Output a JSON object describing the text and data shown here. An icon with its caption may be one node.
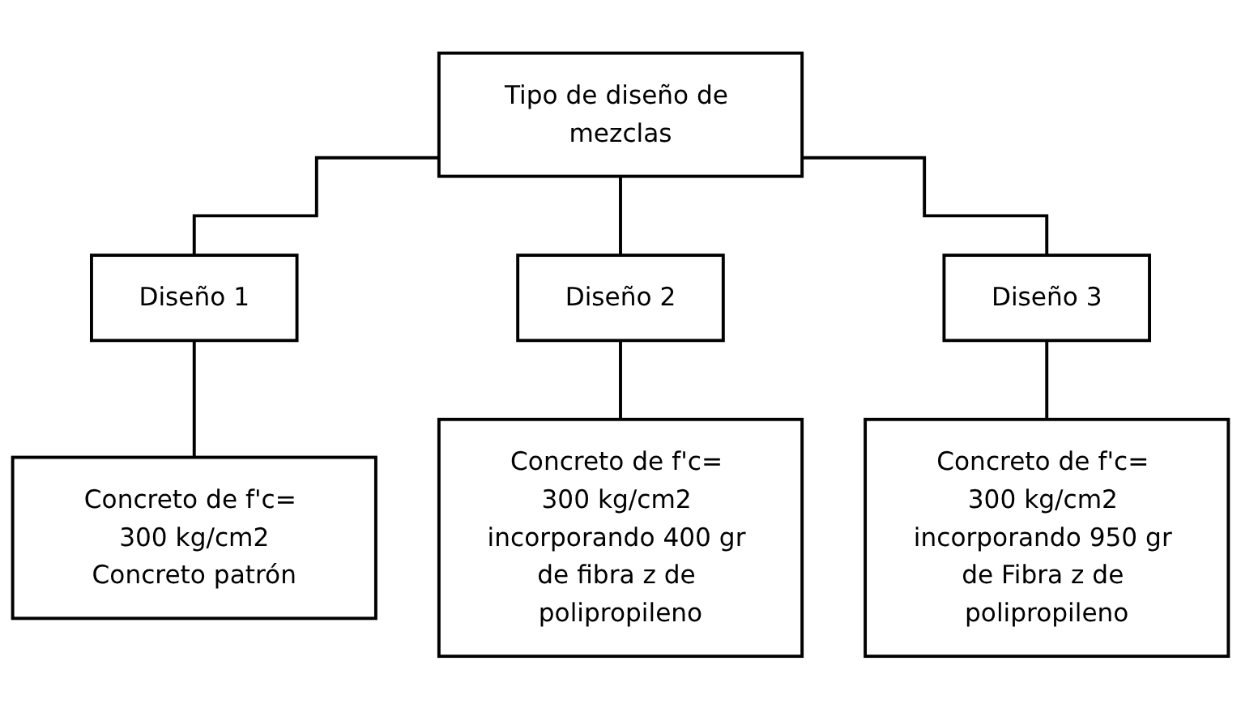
{
  "diagram": {
    "nodes": [
      {
        "text": [
          "Tipo de diseño de mezclas"
        ]
      },
      {
        "text": [
          "Diseño 1"
        ]
      },
      {
        "text": [
          "Diseño 2"
        ]
      },
      {
        "text": [
          "Diseño 3"
        ]
      },
      {
        "text": [
          "Concreto de f'c= 300 kg/cm2",
          "Concreto patrón"
        ]
      },
      {
        "text": [
          "Concreto de f'c= 300 kg/cm2 incorporando 400 gr de fibra z de polipropileno"
        ]
      },
      {
        "text": [
          "Concreto de f'c= 300 kg/cm2 incorporando 950 gr de Fibra z de polipropileno"
        ]
      }
    ],
    "edges": [
      {
        "from": 0,
        "to": 1,
        "arrow": "none"
      },
      {
        "from": 0,
        "to": 2,
        "arrow": "none"
      },
      {
        "from": 0,
        "to": 3,
        "arrow": "none"
      },
      {
        "from": 1,
        "to": 4,
        "arrow": "none"
      },
      {
        "from": 2,
        "to": 5,
        "arrow": "none"
      },
      {
        "from": 3,
        "to": 6,
        "arrow": "none"
      }
    ]
  }
}
